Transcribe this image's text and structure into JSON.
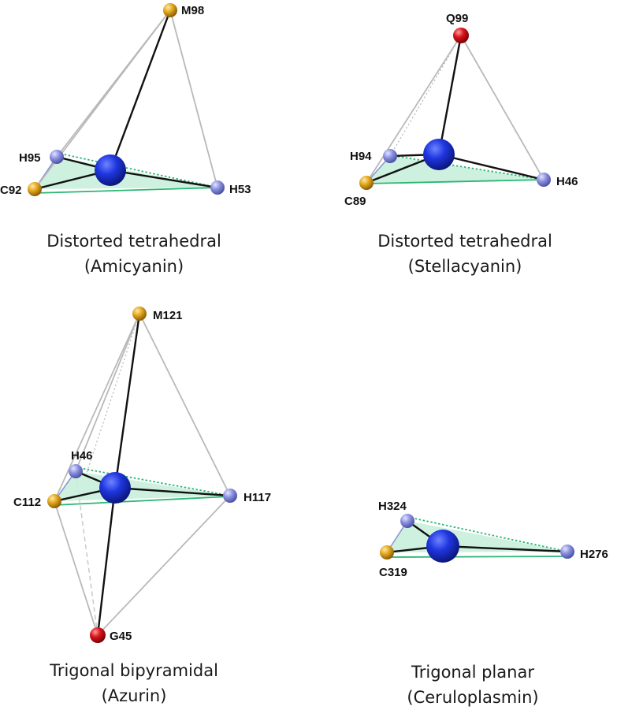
{
  "panels": [
    {
      "caption_line1": "Distorted tetrahedral",
      "caption_line2": "(Amicyanin)",
      "labels": {
        "top": "M98",
        "left_upper": "H95",
        "left_lower": "C92",
        "right": "H53"
      }
    },
    {
      "caption_line1": "Distorted tetrahedral",
      "caption_line2": "(Stellacyanin)",
      "labels": {
        "top": "Q99",
        "left_upper": "H94",
        "left_lower": "C89",
        "right": "H46"
      }
    },
    {
      "caption_line1": "Trigonal bipyramidal",
      "caption_line2": "(Azurin)",
      "labels": {
        "top": "M121",
        "left_upper": "H46",
        "left_lower": "C112",
        "right": "H117",
        "bottom": "G45"
      }
    },
    {
      "caption_line1": "Trigonal planar",
      "caption_line2": "(Ceruloplasmin)",
      "labels": {
        "left_upper": "H324",
        "left_lower": "C319",
        "right": "H276"
      }
    }
  ],
  "colors": {
    "copper": "#1a2fd6",
    "sulfur": "#e0a81e",
    "nitrogen": "#8f95e4",
    "oxygen": "#d4121b",
    "plane": "#c9efdc",
    "plane_edge": "#2bb673"
  },
  "atom_types": {
    "center": "Cu",
    "M": "S",
    "C": "S",
    "H": "N",
    "Q": "O",
    "G": "O"
  }
}
